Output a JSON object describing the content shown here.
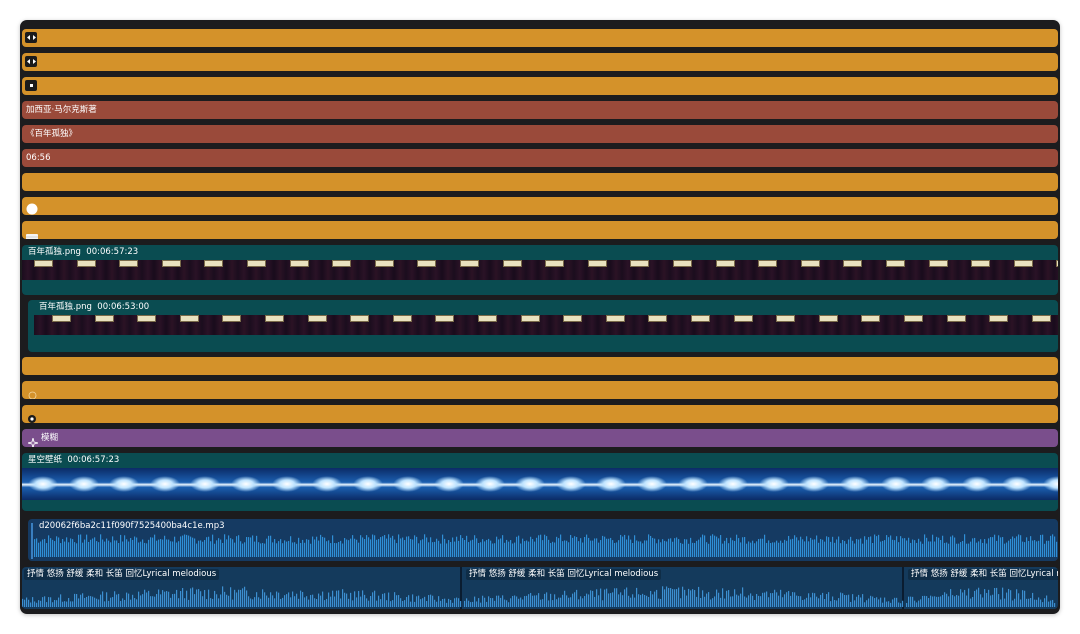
{
  "colors": {
    "orange": "#d4922a",
    "brown": "#9a4a3a",
    "purple": "#7a4e8c",
    "teal": "#0a4c51",
    "navy": "#143a5c",
    "frame": "#1c1c1e"
  },
  "tracks": {
    "author": "加西亚·马尔克斯著",
    "book": "《百年孤独》",
    "time": "06:56",
    "effect_label": "模糊",
    "effect_icon": "sparkle-icon",
    "video1": {
      "name": "百年孤独.png",
      "duration": "00:06:57:23"
    },
    "video2": {
      "name": "百年孤独.png",
      "duration": "00:06:53:00"
    },
    "starry": {
      "name": "星空壁纸",
      "duration": "00:06:57:23"
    },
    "audio": {
      "name": "d20062f6ba2c11f090f7525400ba4c1e.mp3"
    },
    "music": [
      {
        "name": "抒情 悠扬 舒缓 柔和 长笛 回忆Lyrical melodious"
      },
      {
        "name": "抒情 悠扬 舒缓 柔和 长笛 回忆Lyrical melodious"
      },
      {
        "name": "抒情 悠扬 舒缓 柔和 长笛 回忆Lyrical m"
      }
    ]
  },
  "icons": [
    "arrows-lr-icon",
    "arrows-lr-icon",
    "dot-square-icon",
    "small-dots-icon",
    "circle-icon",
    "minus-bar-icon",
    "face-icon",
    "sparkle-icon"
  ]
}
